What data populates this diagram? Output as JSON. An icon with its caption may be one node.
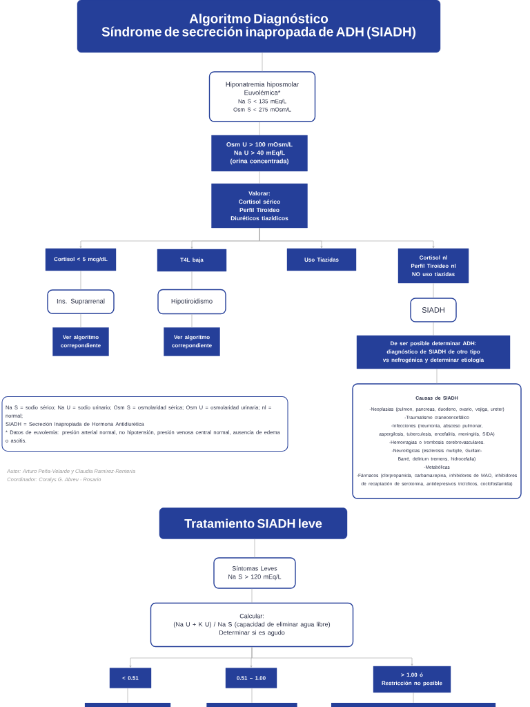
{
  "diagram": {
    "nodes": [
      {
        "text": [
          "Algoritmo Diagnóstico",
          "Síndrome de secreción inapropada de ADH (SIADH)"
        ]
      },
      {
        "text": [
          "Hiponatremia hiposmolar",
          "Euvolémica*",
          "Na S < 135 mEq/L",
          "Osm S < 275 mOsm/L"
        ]
      },
      {
        "text": [
          "Osm U > 100 mOsm/L",
          "Na U > 40 mEq/L",
          "(orina concentrada)"
        ]
      },
      {
        "text": [
          "Valorar:",
          "Cortisol sérico",
          "Perfil Tiroideo",
          "Diuréticos tiazídicos"
        ]
      },
      {
        "text": [
          "Cortisol < 5 mcg/dL"
        ]
      },
      {
        "text": [
          "T4L baja"
        ]
      },
      {
        "text": [
          "Uso Tiazidas"
        ]
      },
      {
        "text": [
          "Cortisol nl",
          "Perfil Tiroideo nl",
          "NO uso tiazidas"
        ]
      },
      {
        "text": [
          "Ins. Suprarrenal"
        ]
      },
      {
        "text": [
          "Hipotiroidismo"
        ]
      },
      {
        "text": [
          "SIADH"
        ]
      },
      {
        "text": [
          "Ver algoritmo correpondiente"
        ]
      },
      {
        "text": [
          "Ver algoritmo correpondiente"
        ]
      },
      {
        "text": [
          "De ser posible determinar ADH: diagnóstico de SIADH de otro tipo vs nefrogénica y determinar etiología"
        ]
      },
      {
        "text": [
          "Causas de SIADH",
          "-Neoplasias (pulmon, pancreas, duodeno, ovario, vejiga, ureter)",
          "-Traumatismo craneoencefálico",
          "-Infecciones (neumonía, absceso pulmonar, aspergilosis, tuberculosis, encefalitis, meningitis, SIDA)",
          "-Hemorragias o trombosis cerebrovasculares.",
          "-Neurológicas (esclerosis multiple, Guillain-Barré, delirium tremens, hidrocefalia)",
          "-Metabólicas",
          "-Fármacos (clorpropamida, carbamazepina, inhibidores de MAO, inhibidores de recaptación de serotonina, antidepresivos tricíclicos, coclofosfamida)"
        ]
      },
      {
        "text": [
          "Na S = sodio sérico; Na U = sodio urinario; Osm S = osmolaridad sérica; Osm U = osmolaridad urinaria; nl = normal;",
          "SIADH = Secreción Inapropiada de Hormona Antidiurética",
          "* Datos de euvolemia: presión arterial normal, no hipotensión, presión venosa central normal, ausencia de edema o ascitis."
        ]
      },
      {
        "text": [
          "Tratamiento SIADH leve"
        ]
      },
      {
        "text": [
          "Síntomas Leves",
          "Na S > 120 mEq/L"
        ]
      },
      {
        "text": [
          "Calcular:",
          "(Na U + K U) / Na S (capacidad de eliminar agua libre)",
          "Determinar si es agudo"
        ]
      },
      {
        "text": [
          "< 0.51"
        ]
      },
      {
        "text": [
          "0.51 – 1.00"
        ]
      },
      {
        "text": [
          "> 1.00 ó",
          "Restricción no posible"
        ]
      },
      {
        "text": [],
        "shape": "box"
      },
      {
        "text": [],
        "shape": "box"
      },
      {
        "text": [],
        "shape": "box"
      }
    ],
    "edges": [
      {
        "from": 0,
        "to": 1,
        "arrow": "none"
      },
      {
        "from": 1,
        "to": 2,
        "arrow": "none"
      },
      {
        "from": 2,
        "to": 3,
        "arrow": "none"
      },
      {
        "from": 3,
        "to": 4,
        "arrow": "to"
      },
      {
        "from": 3,
        "to": 5,
        "arrow": "to"
      },
      {
        "from": 3,
        "to": 6,
        "arrow": "to"
      },
      {
        "from": 3,
        "to": 7,
        "arrow": "to"
      },
      {
        "from": 4,
        "to": 8,
        "arrow": "none"
      },
      {
        "from": 8,
        "to": 11,
        "arrow": "none"
      },
      {
        "from": 5,
        "to": 9,
        "arrow": "none"
      },
      {
        "from": 9,
        "to": 12,
        "arrow": "none"
      },
      {
        "from": 7,
        "to": 10,
        "arrow": "none"
      },
      {
        "from": 10,
        "to": 13,
        "arrow": "none"
      },
      {
        "from": 13,
        "to": 14,
        "arrow": "none"
      },
      {
        "from": 16,
        "to": 17,
        "arrow": "none"
      },
      {
        "from": 17,
        "to": 18,
        "arrow": "none"
      },
      {
        "from": 18,
        "to": 19,
        "arrow": "to"
      },
      {
        "from": 18,
        "to": 20,
        "arrow": "to"
      },
      {
        "from": 18,
        "to": 21,
        "arrow": "to"
      },
      {
        "from": 19,
        "to": 22,
        "arrow": "none"
      },
      {
        "from": 20,
        "to": 23,
        "arrow": "none"
      },
      {
        "from": 21,
        "to": 24,
        "arrow": "none"
      }
    ],
    "labels": [
      "Autor: Arturo Peña-Velarde y Claudia Ramírez-Rentería",
      "Coordinador: Coralys G. Abreu - Rosario"
    ]
  }
}
